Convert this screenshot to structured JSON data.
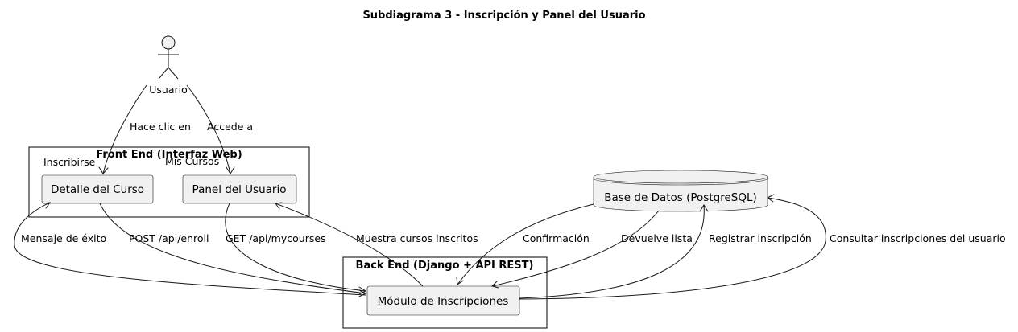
{
  "title": "Subdiagrama 3 - Inscripción y Panel del Usuario",
  "actor": {
    "label": "Usuario"
  },
  "packages": {
    "frontend": "Front End (Interfaz Web)",
    "backend": "Back End (Django + API REST)"
  },
  "nodes": {
    "detalle": "Detalle del Curso",
    "panel": "Panel del Usuario",
    "modulo": "Módulo de Inscripciones",
    "db": "Base de Datos (PostgreSQL)"
  },
  "edges": {
    "hace_clic": "Hace clic en",
    "inscribirse": "Inscribirse",
    "accede": "Accede a",
    "mis_cursos": "Mis Cursos",
    "post_enroll": "POST /api/enroll",
    "get_mycourses": "GET /api/mycourses",
    "mensaje_exito": "Mensaje de éxito",
    "muestra_cursos": "Muestra cursos inscritos",
    "confirmacion": "Confirmación",
    "devuelve_lista": "Devuelve lista",
    "registrar": "Registrar inscripción",
    "consultar": "Consultar inscripciones del usuario"
  }
}
